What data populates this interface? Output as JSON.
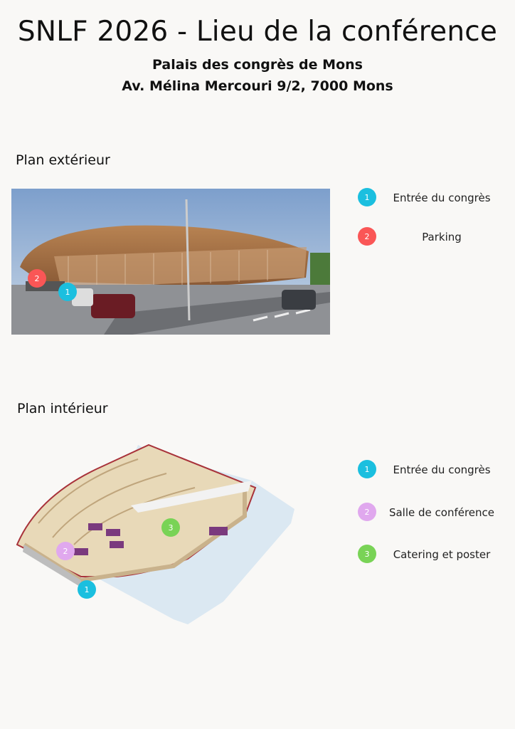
{
  "title": "SNLF 2026 - Lieu de la conférence",
  "venue_name": "Palais des congrès de Mons",
  "venue_address": "Av. Mélina Mercouri 9/2, 7000 Mons",
  "colors": {
    "cyan": "#1bbfdf",
    "red": "#fa5656",
    "purple": "#e0a8ee",
    "green": "#79d356"
  },
  "exterior": {
    "heading": "Plan extérieur",
    "markers": [
      {
        "number": "1",
        "color": "cyan"
      },
      {
        "number": "2",
        "color": "red"
      }
    ],
    "legend": [
      {
        "number": "1",
        "label": "Entrée du congrès"
      },
      {
        "number": "2",
        "label": "Parking"
      }
    ]
  },
  "interior": {
    "heading": "Plan intérieur",
    "markers": [
      {
        "number": "1"
      },
      {
        "number": "2"
      },
      {
        "number": "3"
      }
    ],
    "legend": [
      {
        "number": "1",
        "label": "Entrée du congrès"
      },
      {
        "number": "2",
        "label": "Salle de conférence"
      },
      {
        "number": "3",
        "label": "Catering et poster"
      }
    ]
  }
}
